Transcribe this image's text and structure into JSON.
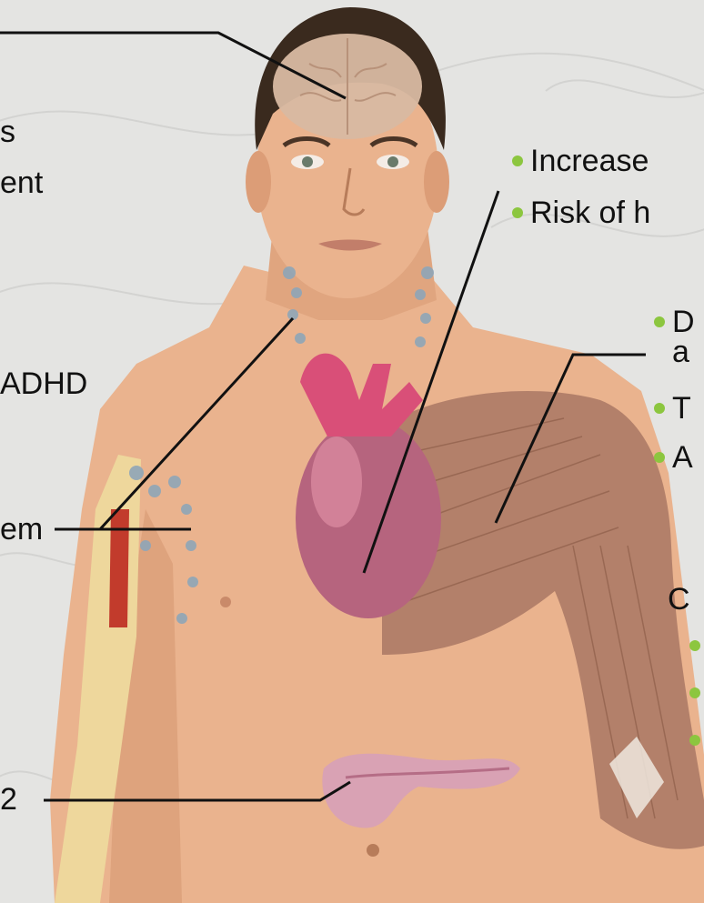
{
  "colors": {
    "bullet": "#8cc63f",
    "background": "#e4e4e2",
    "skin": "#eab38e",
    "skin_shadow": "#d49670",
    "hair": "#3a2a1e",
    "muscle": "#b3806a",
    "heart": "#b6647e",
    "heart_vessel": "#d94f78",
    "pancreas": "#d9a2b4",
    "brain": "#d8b9a2",
    "bone": "#eed79c",
    "marrow": "#c23b2c",
    "lymph": "#8fa6b8",
    "line": "#111111"
  },
  "labels": {
    "left_1": "s",
    "left_2": "ent",
    "left_3": "ADHD",
    "left_4": "em",
    "left_5": "2"
  },
  "heart_bullets": [
    "Increase",
    "Risk of h"
  ],
  "muscle_bullets": [
    "D",
    "a",
    "T",
    "A"
  ],
  "muscle_heading": "C",
  "icons": {
    "bullet": "bullet-dot-icon"
  }
}
